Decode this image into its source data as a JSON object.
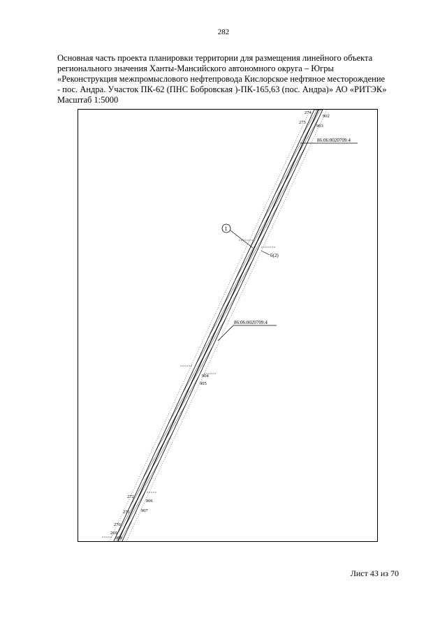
{
  "page": {
    "number": "282"
  },
  "heading": {
    "lines": [
      "Основная часть проекта планировки  территории для размещения линейного объекта",
      "регионального значения Ханты-Мансийского автономного округа – Югры",
      "«Реконструкция межпромыслового нефтепровода Кислорское нефтяное месторождение",
      "- пос. Андра. Участок ПК-62 (ПНС Бобровская )-ПК-165,63 (пос. Андра)» АО «РИТЭК»",
      "Масштаб 1:5000"
    ]
  },
  "map": {
    "parcel_labels": [
      "86:06:0020709:4",
      "86:06:0020709:4"
    ],
    "zone_marker": "1",
    "contour_label": "6(2)",
    "point_labels": [
      "274",
      "902",
      "273",
      "903",
      "904",
      "905",
      "272",
      "906",
      "271",
      "907",
      "270",
      "269",
      "908"
    ],
    "colors": {
      "line": "#000000",
      "hatch": "#7a7a7a"
    }
  },
  "footer": {
    "sheet": "Лист 43 из 70"
  }
}
